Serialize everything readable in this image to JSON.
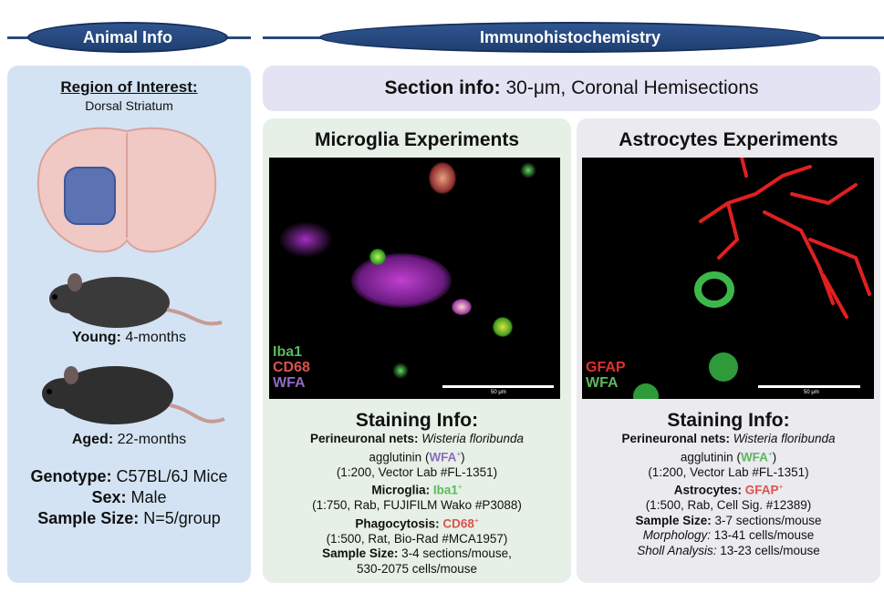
{
  "animal_info": {
    "title": "Animal Info",
    "roi_label": "Region of Interest:",
    "roi_value": "Dorsal Striatum",
    "young_label": "Young:",
    "young_value": " 4-months",
    "aged_label": "Aged:",
    "aged_value": " 22-months",
    "genotype_label": "Genotype:",
    "genotype_value": " C57BL/6J Mice",
    "sex_label": "Sex:",
    "sex_value": " Male",
    "sample_label": "Sample Size:",
    "sample_value": " N=5/group"
  },
  "ihc": {
    "title": "Immunohistochemistry",
    "section_label": "Section info:",
    "section_value": " 30-μm, Coronal Hemisections"
  },
  "microglia": {
    "title": "Microglia Experiments",
    "legend": [
      "Iba1",
      "CD68",
      "WFA"
    ],
    "scale": "50 μm",
    "staining_title": "Staining Info:",
    "pnn_label": "Perineuronal nets:",
    "pnn_species": " Wisteria floribunda",
    "agglutinin": "agglutinin (",
    "wfa": "WFA",
    "plus": "+",
    "close": ")",
    "pnn_details": "(1:200, Vector Lab #FL-1351)",
    "mg_label": "Microglia:",
    "mg_marker": " Iba1",
    "mg_details": "(1:750, Rab, FUJIFILM Wako #P3088)",
    "phago_label": "Phagocytosis:",
    "phago_marker": " CD68",
    "phago_details": "(1:500, Rat, Bio-Rad #MCA1957)",
    "sample_label": "Sample Size:",
    "sample_value": " 3-4 sections/mouse,",
    "sample_cells": "530-2075 cells/mouse"
  },
  "astrocytes": {
    "title": "Astrocytes Experiments",
    "legend": [
      "GFAP",
      "WFA"
    ],
    "scale": "50 μm",
    "staining_title": "Staining Info:",
    "pnn_label": "Perineuronal nets:",
    "pnn_species": " Wisteria floribunda",
    "agglutinin": "agglutinin (",
    "wfa": "WFA",
    "plus": "+",
    "close": ")",
    "pnn_details": "(1:200, Vector Lab #FL-1351)",
    "ast_label": "Astrocytes:",
    "ast_marker": " GFAP",
    "ast_details": "(1:500, Rab, Cell Sig. #12389)",
    "sample_label": "Sample Size:",
    "sample_value": " 3-7 sections/mouse",
    "morph_label": "Morphology:",
    "morph_value": " 13-41 cells/mouse",
    "sholl_label": "Sholl Analysis:",
    "sholl_value": " 13-23 cells/mouse"
  },
  "colors": {
    "green": "#5cb85c",
    "red": "#d9534f",
    "purple": "#8e6bbf"
  }
}
